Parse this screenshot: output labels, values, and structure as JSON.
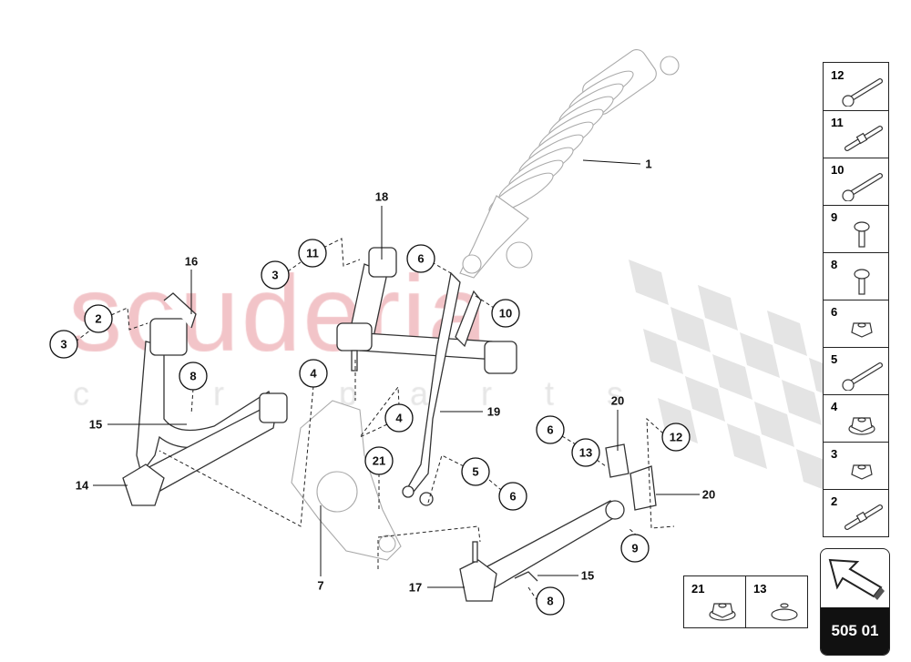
{
  "watermark": {
    "brand": "scuderia",
    "tagline": "car parts",
    "brand_color": "#f2c4c8",
    "tagline_color": "#e6e6e6",
    "flag_color": "#e4e4e4"
  },
  "callouts": {
    "circled": [
      "2",
      "3",
      "3",
      "11",
      "6",
      "10",
      "8",
      "4",
      "4",
      "21",
      "5",
      "6",
      "6",
      "13",
      "12",
      "9",
      "8"
    ],
    "plain": [
      "1",
      "16",
      "18",
      "15",
      "14",
      "19",
      "20",
      "20",
      "7",
      "17",
      "15"
    ]
  },
  "legend_panel": {
    "items": [
      {
        "number": "12",
        "icon": "bolt-flanged-icon"
      },
      {
        "number": "11",
        "icon": "bushing-pin-icon"
      },
      {
        "number": "10",
        "icon": "long-bolt-icon"
      },
      {
        "number": "9",
        "icon": "short-bolt-icon"
      },
      {
        "number": "8",
        "icon": "button-head-bolt-icon"
      },
      {
        "number": "6",
        "icon": "hex-nut-icon"
      },
      {
        "number": "5",
        "icon": "bolt-icon"
      },
      {
        "number": "4",
        "icon": "flange-nut-icon"
      },
      {
        "number": "3",
        "icon": "lock-nut-icon"
      },
      {
        "number": "2",
        "icon": "pin-icon"
      }
    ]
  },
  "bottom_panel": {
    "items": [
      {
        "number": "21",
        "icon": "flange-nut-icon"
      },
      {
        "number": "13",
        "icon": "washer-icon"
      }
    ]
  },
  "navigation": {
    "code": "505 01",
    "icon": "arrow-up-left-icon"
  }
}
